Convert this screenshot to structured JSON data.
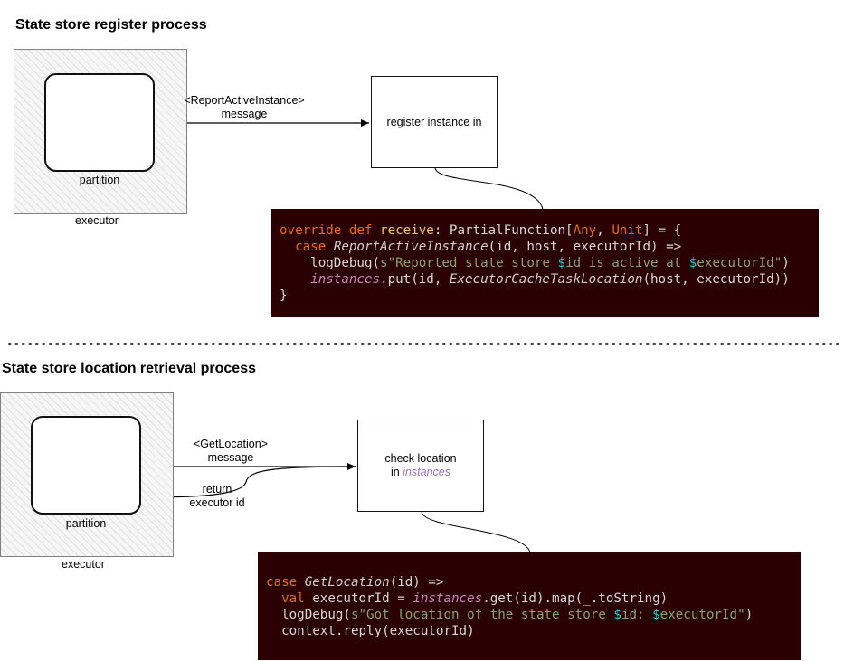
{
  "sections": {
    "register": {
      "title": "State store register process",
      "executor_label": "executor",
      "partition_label": "partition",
      "message_line1": "<ReportActiveInstance>",
      "message_line2": "message",
      "box_text": "register instance in",
      "code": [
        [
          {
            "t": "override def ",
            "c": "k"
          },
          {
            "t": "receive",
            "c": "fn"
          },
          {
            "t": ": PartialFunction[",
            "c": "pl"
          },
          {
            "t": "Any",
            "c": "k"
          },
          {
            "t": ", ",
            "c": "pl"
          },
          {
            "t": "Unit",
            "c": "k"
          },
          {
            "t": "] = {",
            "c": "pl"
          }
        ],
        [
          {
            "t": "  ",
            "c": "pl"
          },
          {
            "t": "case ",
            "c": "k"
          },
          {
            "t": "ReportActiveInstance",
            "c": "ki"
          },
          {
            "t": "(id, host, executorId) =>",
            "c": "pl"
          }
        ],
        [
          {
            "t": "    logDebug(",
            "c": "pl"
          },
          {
            "t": "s\"Reported state store ",
            "c": "st"
          },
          {
            "t": "$",
            "c": "dl"
          },
          {
            "t": "id is active at ",
            "c": "st"
          },
          {
            "t": "$",
            "c": "dl"
          },
          {
            "t": "executorId\"",
            "c": "st"
          },
          {
            "t": ")",
            "c": "pl"
          }
        ],
        [
          {
            "t": "    ",
            "c": "pl"
          },
          {
            "t": "instances",
            "c": "pu"
          },
          {
            "t": ".put(id, ",
            "c": "pl"
          },
          {
            "t": "ExecutorCacheTaskLocation",
            "c": "ki"
          },
          {
            "t": "(host, executorId))",
            "c": "pl"
          }
        ],
        [
          {
            "t": "}",
            "c": "pl"
          }
        ]
      ]
    },
    "retrieval": {
      "title": "State store location retrieval process",
      "executor_label": "executor",
      "partition_label": "partition",
      "message_line1": "<GetLocation>",
      "message_line2": "message",
      "return_line1": "return",
      "return_line2": "executor id",
      "box_line1": "check location",
      "box_line2_prefix": "in ",
      "box_line2_em": "instances",
      "code": [
        [
          {
            "t": "case ",
            "c": "k"
          },
          {
            "t": "GetLocation",
            "c": "ki"
          },
          {
            "t": "(id) =>",
            "c": "pl"
          }
        ],
        [
          {
            "t": "  ",
            "c": "pl"
          },
          {
            "t": "val ",
            "c": "k"
          },
          {
            "t": "executorId = ",
            "c": "pl"
          },
          {
            "t": "instances",
            "c": "pu"
          },
          {
            "t": ".get(id).map(_.toString)",
            "c": "pl"
          }
        ],
        [
          {
            "t": "  logDebug(",
            "c": "pl"
          },
          {
            "t": "s\"Got location of the state store ",
            "c": "st"
          },
          {
            "t": "$",
            "c": "dl"
          },
          {
            "t": "id: ",
            "c": "st"
          },
          {
            "t": "$",
            "c": "dl"
          },
          {
            "t": "executorId\"",
            "c": "st"
          },
          {
            "t": ")",
            "c": "pl"
          }
        ],
        [
          {
            "t": "  context.reply(executorId)",
            "c": "pl"
          }
        ]
      ]
    }
  }
}
